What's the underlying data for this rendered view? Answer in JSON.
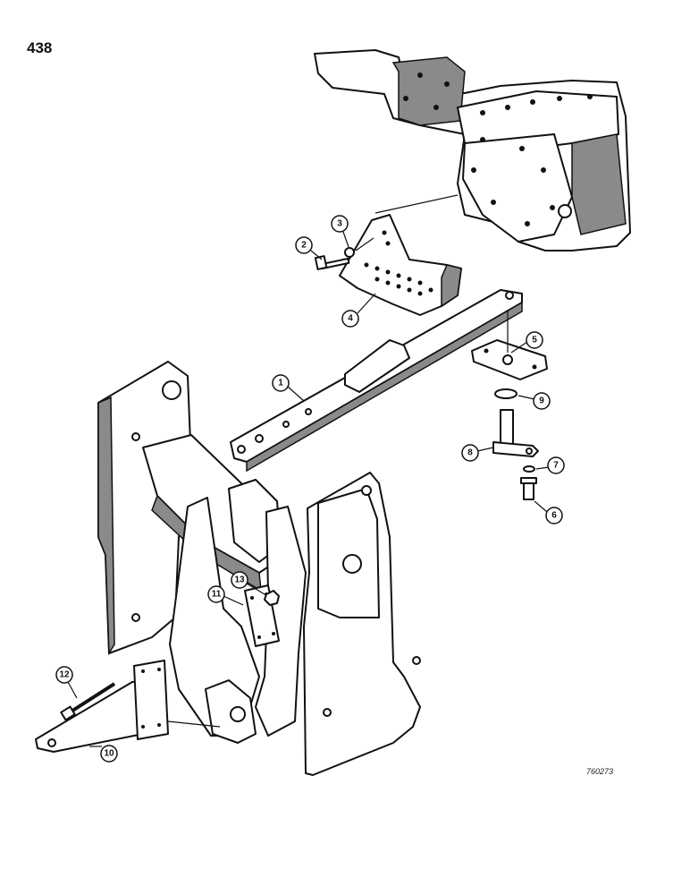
{
  "page": {
    "number": "438",
    "figure_code": "760273"
  },
  "callouts": [
    "1",
    "2",
    "3",
    "4",
    "5",
    "6",
    "7",
    "8",
    "9",
    "10",
    "11",
    "12",
    "13"
  ]
}
